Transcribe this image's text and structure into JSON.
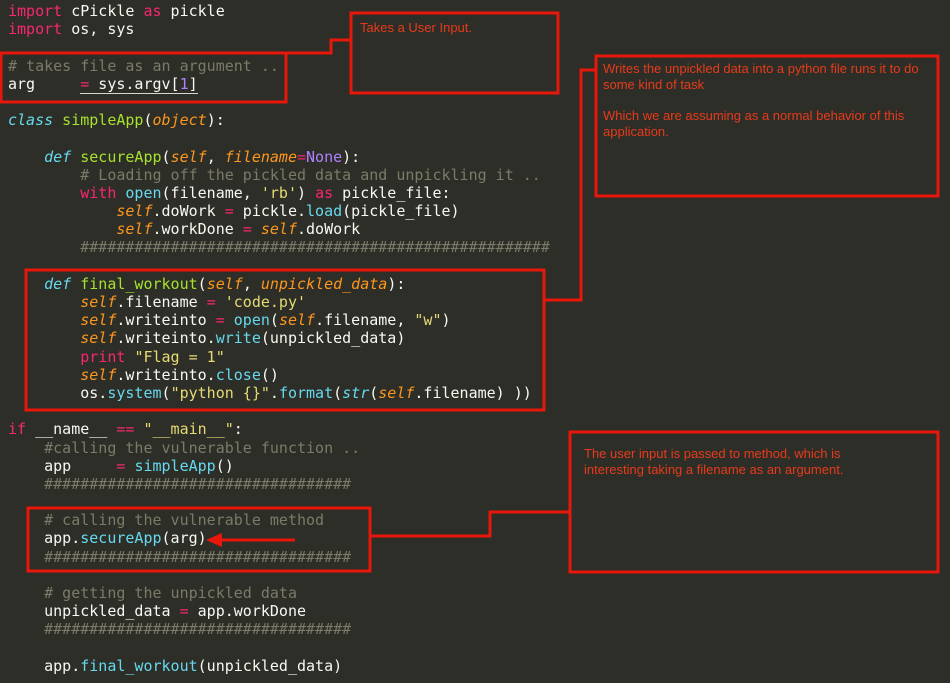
{
  "palette": {
    "bg": "#2d2e27",
    "red": "#e8170c",
    "note-text": "#e83a1c",
    "tok-k": "#f92672",
    "tok-w": "#f8f8f2",
    "tok-c": "#7c7a68",
    "tok-g": "#a6e22e",
    "tok-b": "#66d9ef",
    "tok-oi": "#fd971f",
    "tok-p": "#ae81ff",
    "tok-y": "#e6db74",
    "underline": "#d8d8ce"
  },
  "editor": {
    "lines": [
      [
        [
          "k",
          "import"
        ],
        [
          "w",
          " cPickle "
        ],
        [
          "k",
          "as"
        ],
        [
          "w",
          " pickle"
        ]
      ],
      [
        [
          "k",
          "import"
        ],
        [
          "w",
          " os, sys"
        ]
      ],
      [],
      [
        [
          "c",
          "# takes file as an argument .."
        ]
      ],
      [
        [
          "w",
          "arg     "
        ],
        [
          "k u",
          "="
        ],
        [
          "w u",
          " sys.argv["
        ],
        [
          "p u",
          "1"
        ],
        [
          "w u",
          "]"
        ]
      ],
      [],
      [
        [
          "bi",
          "class"
        ],
        [
          "g",
          " simpleApp"
        ],
        [
          "w",
          "("
        ],
        [
          "oi",
          "object"
        ],
        [
          "w",
          "):"
        ]
      ],
      [],
      [
        [
          "w",
          "    "
        ],
        [
          "bi",
          "def"
        ],
        [
          "g",
          " secureApp"
        ],
        [
          "w",
          "("
        ],
        [
          "oi",
          "self"
        ],
        [
          "w",
          ", "
        ],
        [
          "oi",
          "filename"
        ],
        [
          "k",
          "="
        ],
        [
          "p",
          "None"
        ],
        [
          "w",
          "):"
        ]
      ],
      [
        [
          "c",
          "        # Loading off the pickled data and unpickling it .."
        ]
      ],
      [
        [
          "w",
          "        "
        ],
        [
          "k",
          "with"
        ],
        [
          "w",
          " "
        ],
        [
          "b",
          "open"
        ],
        [
          "w",
          "(filename, "
        ],
        [
          "y",
          "'rb'"
        ],
        [
          "w",
          ") "
        ],
        [
          "k",
          "as"
        ],
        [
          "w",
          " pickle_file:"
        ]
      ],
      [
        [
          "w",
          "            "
        ],
        [
          "oi",
          "self"
        ],
        [
          "w",
          ".doWork "
        ],
        [
          "k",
          "="
        ],
        [
          "w",
          " pickle."
        ],
        [
          "b",
          "load"
        ],
        [
          "w",
          "(pickle_file)"
        ]
      ],
      [
        [
          "w",
          "            "
        ],
        [
          "oi",
          "self"
        ],
        [
          "w",
          ".workDone "
        ],
        [
          "k",
          "="
        ],
        [
          "w",
          " "
        ],
        [
          "oi",
          "self"
        ],
        [
          "w",
          ".doWork"
        ]
      ],
      [
        [
          "c",
          "        ####################################################"
        ]
      ],
      [],
      [
        [
          "w",
          "    "
        ],
        [
          "bi",
          "def"
        ],
        [
          "g",
          " final_workout"
        ],
        [
          "w",
          "("
        ],
        [
          "oi",
          "self"
        ],
        [
          "w",
          ", "
        ],
        [
          "oi",
          "unpickled_data"
        ],
        [
          "w",
          "):"
        ]
      ],
      [
        [
          "w",
          "        "
        ],
        [
          "oi",
          "self"
        ],
        [
          "w",
          ".filename "
        ],
        [
          "k",
          "="
        ],
        [
          "w",
          " "
        ],
        [
          "y",
          "'code.py'"
        ]
      ],
      [
        [
          "w",
          "        "
        ],
        [
          "oi",
          "self"
        ],
        [
          "w",
          ".writeinto "
        ],
        [
          "k",
          "="
        ],
        [
          "w",
          " "
        ],
        [
          "b",
          "open"
        ],
        [
          "w",
          "("
        ],
        [
          "oi",
          "self"
        ],
        [
          "w",
          ".filename, "
        ],
        [
          "y",
          "\"w\""
        ],
        [
          "w",
          ")"
        ]
      ],
      [
        [
          "w",
          "        "
        ],
        [
          "oi",
          "self"
        ],
        [
          "w",
          ".writeinto."
        ],
        [
          "b",
          "write"
        ],
        [
          "w",
          "(unpickled_data)"
        ]
      ],
      [
        [
          "w",
          "        "
        ],
        [
          "k",
          "print"
        ],
        [
          "w",
          " "
        ],
        [
          "y",
          "\"Flag = 1\""
        ]
      ],
      [
        [
          "w",
          "        "
        ],
        [
          "oi",
          "self"
        ],
        [
          "w",
          ".writeinto."
        ],
        [
          "b",
          "close"
        ],
        [
          "w",
          "()"
        ]
      ],
      [
        [
          "w",
          "        os."
        ],
        [
          "b",
          "system"
        ],
        [
          "w",
          "("
        ],
        [
          "y",
          "\"python {}\""
        ],
        [
          "w",
          "."
        ],
        [
          "b",
          "format"
        ],
        [
          "w",
          "("
        ],
        [
          "bi",
          "str"
        ],
        [
          "w",
          "("
        ],
        [
          "oi",
          "self"
        ],
        [
          "w",
          ".filename) ))"
        ]
      ],
      [],
      [
        [
          "k",
          "if"
        ],
        [
          "w",
          " __name__ "
        ],
        [
          "k",
          "=="
        ],
        [
          "w",
          " "
        ],
        [
          "y",
          "\"__main__\""
        ],
        [
          "w",
          ":"
        ]
      ],
      [
        [
          "c",
          "    #calling the vulnerable function .."
        ]
      ],
      [
        [
          "w",
          "    app     "
        ],
        [
          "k",
          "="
        ],
        [
          "w",
          " "
        ],
        [
          "b",
          "simpleApp"
        ],
        [
          "w",
          "()"
        ]
      ],
      [
        [
          "c",
          "    ##################################"
        ]
      ],
      [],
      [
        [
          "c",
          "    # calling the vulnerable method"
        ]
      ],
      [
        [
          "w",
          "    app."
        ],
        [
          "b",
          "secureApp"
        ],
        [
          "w",
          "(arg)"
        ]
      ],
      [
        [
          "c",
          "    ##################################"
        ]
      ],
      [],
      [
        [
          "c",
          "    # getting the unpickled data"
        ]
      ],
      [
        [
          "w",
          "    unpickled_data "
        ],
        [
          "k",
          "="
        ],
        [
          "w",
          " app.workDone"
        ]
      ],
      [
        [
          "c",
          "    ##################################"
        ]
      ],
      [],
      [
        [
          "w",
          "    app."
        ],
        [
          "b",
          "final_workout"
        ],
        [
          "w",
          "(unpickled_data)"
        ]
      ]
    ]
  },
  "annotations": {
    "notes": {
      "takes_input": "Takes a User Input.",
      "writes_p1": "Writes the unpickled data into a python file runs it to do some kind of task",
      "writes_p2": "Which we are assuming as a normal behavior of this application.",
      "user_input_passed": "The user input is passed to method, which is interesting taking a filename as an argument."
    }
  }
}
